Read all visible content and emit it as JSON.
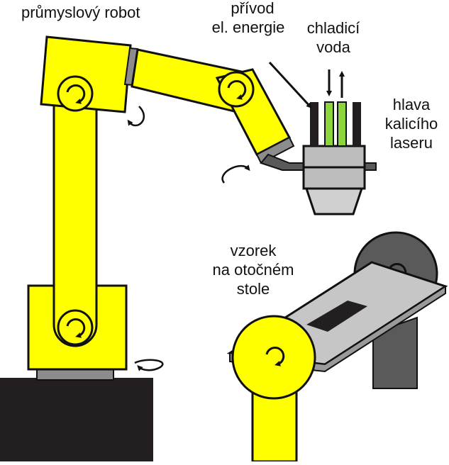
{
  "labels": {
    "robot": "průmyslový robot",
    "power_line1": "přívod",
    "power_line2": "el. energie",
    "water_line1": "chladicí",
    "water_line2": "voda",
    "head_line1": "hlava",
    "head_line2": "kalicího",
    "head_line3": "laseru",
    "sample_line1": "vzorek",
    "sample_line2": "na otočném",
    "sample_line3": "stole"
  },
  "colors": {
    "robot_yellow": "#ffff00",
    "outline": "#111111",
    "base_black": "#231f20",
    "joint_gray": "#8c8c8c",
    "cooling_green": "#8cd63c",
    "table_gray": "#bdbdbd",
    "table_dark": "#5a5a5a"
  }
}
